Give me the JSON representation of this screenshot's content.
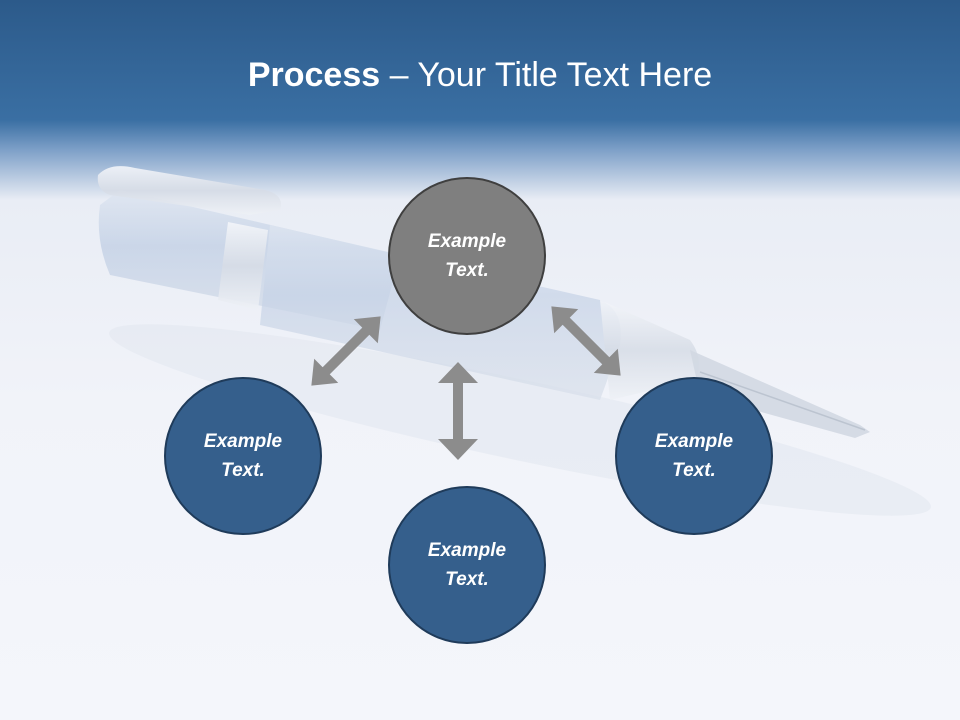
{
  "title": {
    "bold": "Process",
    "rest": " – Your Title Text Here"
  },
  "nodes": {
    "top": {
      "line1": "Example",
      "line2": "Text."
    },
    "left": {
      "line1": "Example",
      "line2": "Text."
    },
    "right": {
      "line1": "Example",
      "line2": "Text."
    },
    "bottom": {
      "line1": "Example",
      "line2": "Text."
    }
  },
  "colors": {
    "header": "#2c5a8a",
    "circle_blue": "#355f8c",
    "circle_gray": "#7f7f7f",
    "arrow": "#8c8c8c"
  }
}
